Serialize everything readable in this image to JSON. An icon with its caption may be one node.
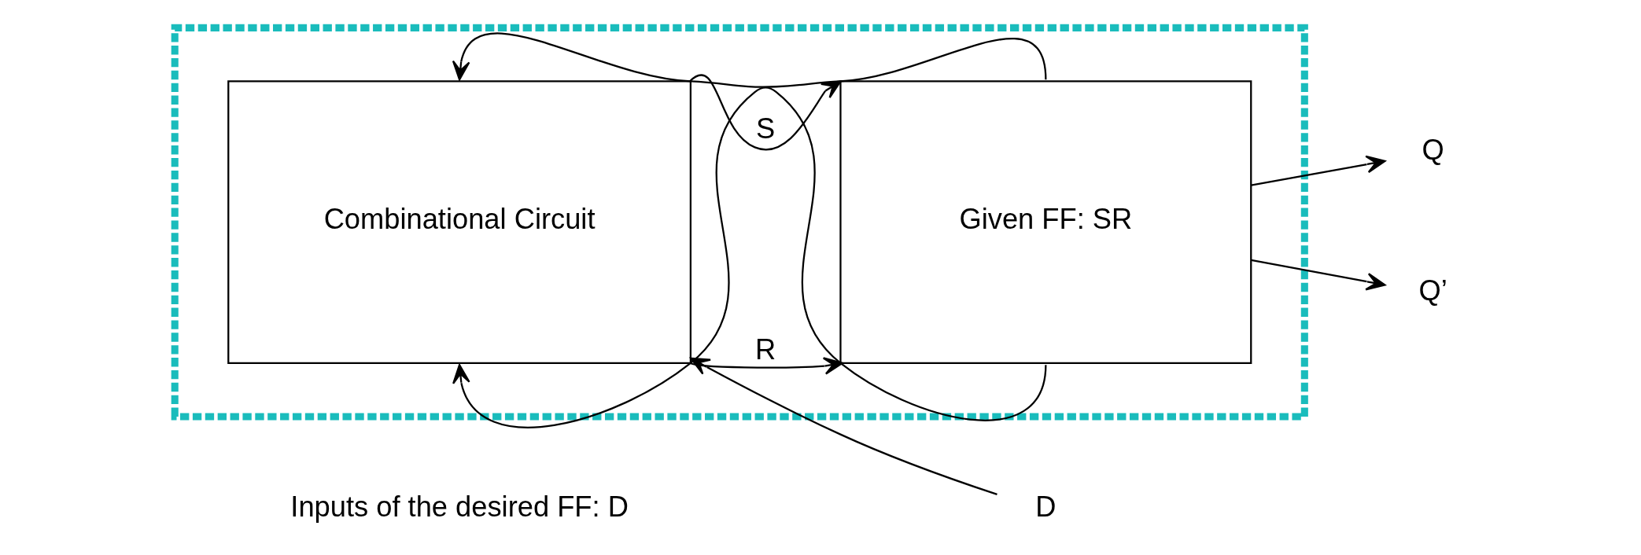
{
  "diagram": {
    "nodes": [
      {
        "text": [],
        "shape": "box"
      },
      {
        "text": [
          "Combinational Circuit"
        ],
        "in": 0
      },
      {
        "text": [
          "Given FF: SR"
        ],
        "in": 0
      },
      {
        "text": [
          "D"
        ]
      },
      {
        "text": [
          "Q"
        ]
      },
      {
        "text": [
          "Q’"
        ]
      }
    ],
    "edges": [
      {
        "from": 3,
        "to": 1,
        "arrow": "to"
      },
      {
        "from": 1,
        "to": 2,
        "arrow": "to",
        "label": "S"
      },
      {
        "from": 1,
        "to": 2,
        "arrow": "to",
        "label": "R"
      },
      {
        "from": 2,
        "to": 4,
        "arrow": "to"
      },
      {
        "from": 2,
        "to": 5,
        "arrow": "to"
      },
      {
        "from": 2,
        "to": 1,
        "arrow": "to"
      },
      {
        "from": 2,
        "to": 1,
        "arrow": "to"
      }
    ],
    "labels": [
      "Inputs of the desired FF: D"
    ]
  }
}
